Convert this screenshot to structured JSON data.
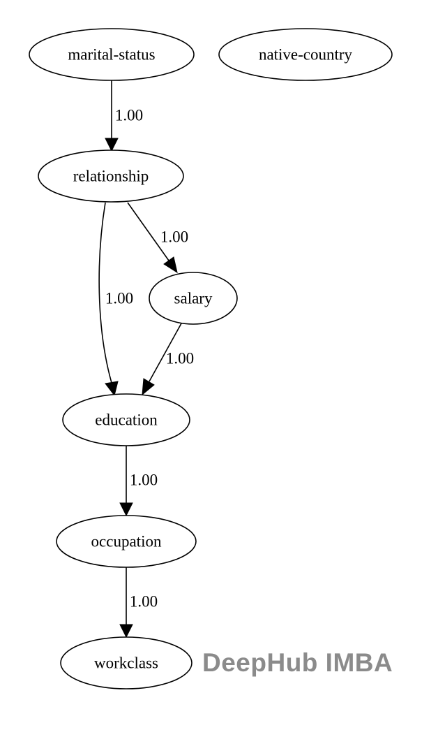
{
  "nodes": {
    "marital_status": "marital-status",
    "native_country": "native-country",
    "relationship": "relationship",
    "salary": "salary",
    "education": "education",
    "occupation": "occupation",
    "workclass": "workclass"
  },
  "edges": {
    "marital_status_relationship": "1.00",
    "relationship_salary": "1.00",
    "relationship_education": "1.00",
    "salary_education": "1.00",
    "education_occupation": "1.00",
    "occupation_workclass": "1.00"
  },
  "watermark": "DeepHub IMBA"
}
